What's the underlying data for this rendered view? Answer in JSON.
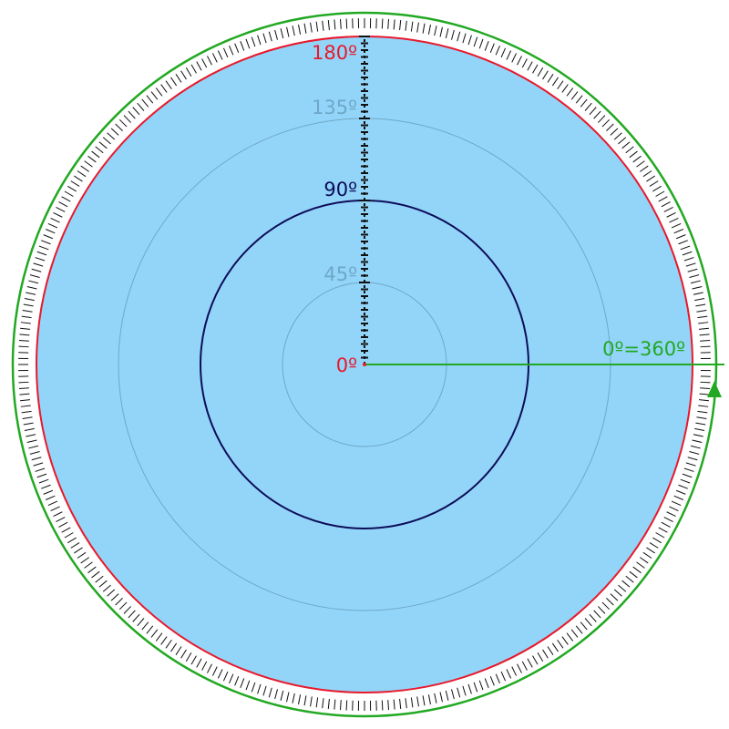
{
  "colors": {
    "background": "#ffffff",
    "disc_fill": "#93d5f8",
    "boundary": "#e8192c",
    "outer_ring": "#22a822",
    "equator": "#0d0d5a",
    "minor_circle": "#6ea8c8",
    "minor_label": "#6ea8c8",
    "tick": "#111111",
    "zero_line": "#22a822"
  },
  "labels": {
    "center": "0º",
    "ring_45": "45º",
    "ring_90": "90º",
    "ring_135": "135º",
    "ring_180": "180º",
    "azimuth_zero": "0º=360º"
  },
  "scale": {
    "radial_ticks_per_45": 12,
    "rim_ticks_full_circle": 360
  },
  "icons": {
    "direction_arrow": "arrow-up-icon"
  }
}
